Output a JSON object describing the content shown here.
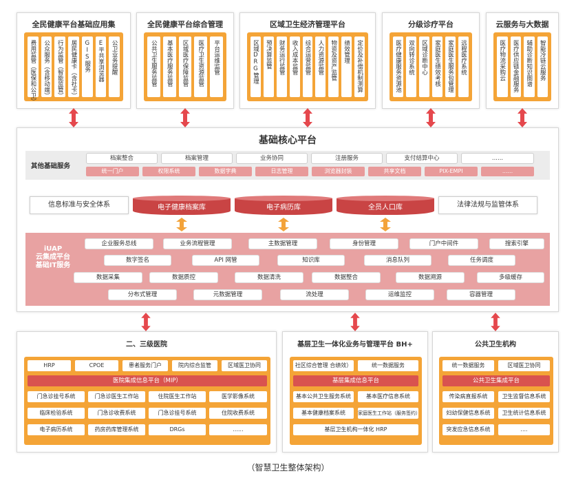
{
  "top_panels": [
    {
      "title": "全民健康平台基础应用集",
      "items": [
        "费用监管（医保和公卫）",
        "公众服务（含移动端）",
        "行为监管（智能监管）",
        "居民健康卡（含社卡）",
        "GIS服务",
        "E平共享浏览器",
        "公卫业务提醒"
      ]
    },
    {
      "title": "全民健康平台综合管理",
      "items": [
        "公共卫生服务监管",
        "基本医疗服务监管",
        "区域医疗保障监管",
        "医疗卫生资源监管",
        "平台运维监管"
      ]
    },
    {
      "title": "区域卫生经济管理平台",
      "items": [
        "区域DRG管理",
        "预决算监管",
        "财务运行监管",
        "收入成本监管",
        "综合运营监管",
        "人力资源监管",
        "物资及资产监管",
        "绩效管理",
        "定价及补偿机制测算"
      ]
    },
    {
      "title": "分级诊疗平台",
      "items": [
        "医疗健康服务资源池",
        "双向转诊系统",
        "区域诊断中心",
        "家庭医生绩效考核",
        "家庭医生服务包管理",
        "远程医疗系统"
      ]
    },
    {
      "title": "云服务与大数据",
      "items": [
        "医疗物流采购云",
        "医疗供应链金融服务",
        "辅助诊断知识图谱",
        "智能冷链云服务"
      ]
    }
  ],
  "core": {
    "title": "基础核心平台",
    "other_label": "其他基础服务",
    "row1": [
      "档案整合",
      "档案管理",
      "业务协同",
      "注册服务",
      "支付结算中心",
      "......"
    ],
    "row2": [
      "统一门户",
      "权限系统",
      "数据字典",
      "日志管理",
      "浏览器封装",
      "共享文档",
      "PIX-EMPI",
      "......"
    ],
    "left_box": "信息标准与安全体系",
    "right_box": "法律法规与监管体系",
    "databases": [
      "电子健康档案库",
      "电子病历库",
      "全员人口库"
    ],
    "iuap_label": [
      "iUAP",
      "云集成平台",
      "基础IT服务"
    ],
    "iuap_rows": [
      [
        "企业服务总线",
        "业务流程管理",
        "主数据管理",
        "身份管理",
        "门户中间件",
        "搜索引擎"
      ],
      [
        "数字签名",
        "API 网管",
        "知识库",
        "消息队列",
        "任务调度"
      ],
      [
        "数据采集",
        "数据质控",
        "数据清洗",
        "数据整合",
        "数据溯源",
        "多级缓存"
      ],
      [
        "分布式管理",
        "元数据管理",
        "流处理",
        "运维监控",
        "容器管理"
      ]
    ]
  },
  "bottom_panels": [
    {
      "title": "二、三级医院",
      "row0": [
        "HRP",
        "CPOE",
        "患者服务门户",
        "院内综合监管",
        "区域医卫协同"
      ],
      "bar": "医院集成信息平台（MIP）",
      "grid": [
        [
          "门急诊挂号系统",
          "门急诊医生工作站",
          "住院医生工作站",
          "医学影像系统"
        ],
        [
          "临床检验系统",
          "门急诊收费系统",
          "门急诊挂号系统",
          "住院收费系统"
        ],
        [
          "电子病历系统",
          "药房药库管理系统",
          "DRGs",
          "......"
        ]
      ]
    },
    {
      "title": "基层卫生一体化业务与管理平台 BH+",
      "row0": [
        "社区综合管理 合绩效）",
        "统一数据服务"
      ],
      "bar": "基层集成信息平台",
      "grid": [
        [
          "基本公共卫生服务系统",
          "基本医疗信息系统"
        ],
        [
          "基本健康档案系统",
          "家庭医生工作站（服务签约）"
        ]
      ],
      "footer": "基层卫生机构一体化 HRP"
    },
    {
      "title": "公共卫生机构",
      "row0": [
        "统一数据服务",
        "区域医卫协同"
      ],
      "bar": "公共卫生集成平台",
      "grid": [
        [
          "传染病直报系统",
          "卫生监督信息系统"
        ],
        [
          "妇幼保健信息系统",
          "卫生统计信息系统"
        ],
        [
          "突发应急信息系统",
          "...."
        ]
      ]
    }
  ],
  "caption": "（智慧卫生整体架构）",
  "colors": {
    "orange": "#f4a437",
    "red": "#d9534f",
    "pink": "#e8a2a2",
    "arrow_red": "#e5484d",
    "arrow_orange": "#f3a33a"
  }
}
